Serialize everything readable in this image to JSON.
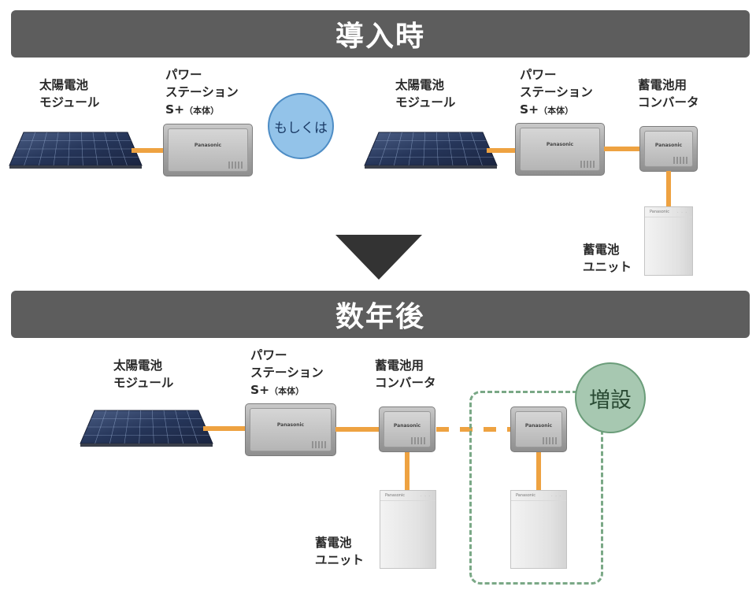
{
  "sections": {
    "before": "導入時",
    "after": "数年後"
  },
  "labels": {
    "solar": [
      "太陽電池",
      "モジュール"
    ],
    "station": [
      "パワー",
      "ステーション"
    ],
    "station_model": "S+",
    "station_suffix": "（本体）",
    "converter": [
      "蓄電池用",
      "コンバータ"
    ],
    "battery": [
      "蓄電池",
      "ユニット"
    ]
  },
  "circles": {
    "or": "もしくは",
    "expansion": "増設"
  },
  "device": {
    "brand": "Panasonic"
  },
  "colors": {
    "banner": "#5d5d5d",
    "wire": "#eea241",
    "or_circle": "#93c3e9",
    "expansion": "#7aa886"
  }
}
